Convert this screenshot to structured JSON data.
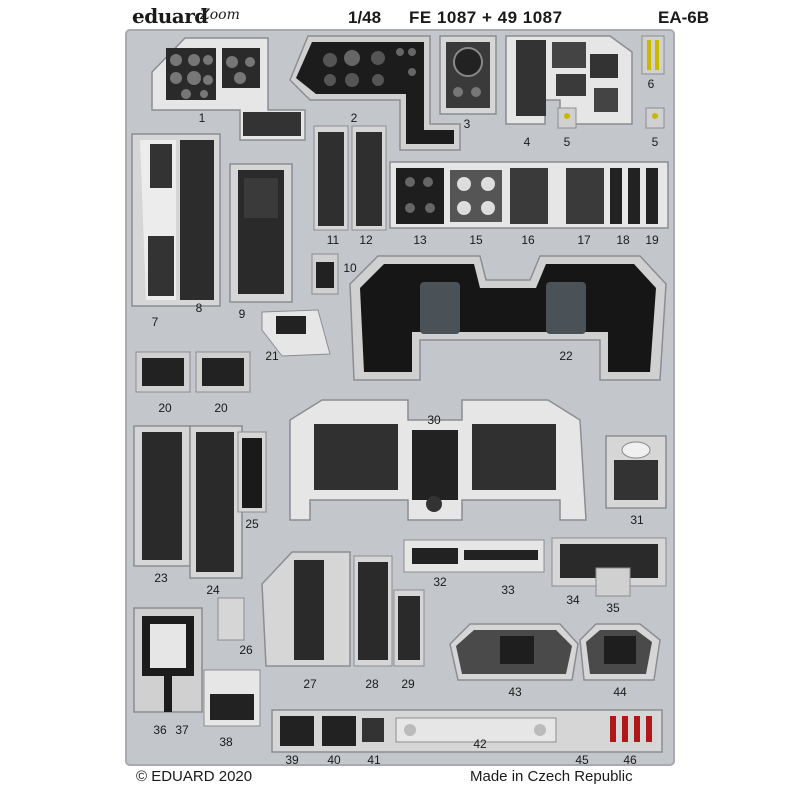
{
  "header": {
    "brand": "eduard",
    "line": "Zoom",
    "scale": "1/48",
    "code": "FE 1087 + 49 1087",
    "model": "EA-6B"
  },
  "footer": {
    "copyright": "© EDUARD 2020",
    "origin": "Made in Czech Republic"
  },
  "parts": [
    "1",
    "2",
    "3",
    "4",
    "5",
    "5",
    "6",
    "7",
    "8",
    "9",
    "10",
    "11",
    "12",
    "13",
    "15",
    "16",
    "17",
    "18",
    "19",
    "20",
    "20",
    "21",
    "22",
    "23",
    "24",
    "25",
    "26",
    "27",
    "28",
    "29",
    "30",
    "31",
    "32",
    "33",
    "34",
    "35",
    "36",
    "37",
    "38",
    "39",
    "40",
    "41",
    "42",
    "43",
    "44",
    "45",
    "46"
  ],
  "colors": {
    "fret": "#c3c7cb",
    "panel_light": "#e6e6e6",
    "panel_dark": "#1c1c1c",
    "panel_mid": "#5a5a5a",
    "screen": "#4a5258",
    "outline": "#8a8e92"
  }
}
